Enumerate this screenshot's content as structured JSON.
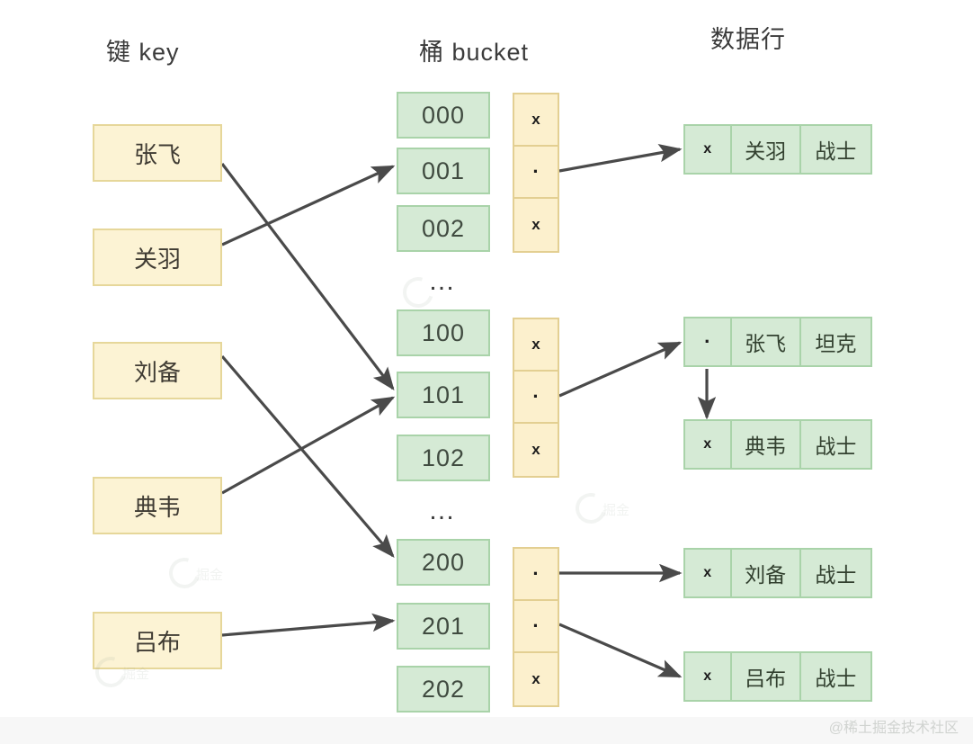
{
  "headers": {
    "keys": "键 key",
    "buckets": "桶 bucket",
    "rows": "数据行"
  },
  "keys": [
    {
      "label": "张飞"
    },
    {
      "label": "关羽"
    },
    {
      "label": "刘备"
    },
    {
      "label": "典韦"
    },
    {
      "label": "吕布"
    }
  ],
  "bucket_groups": [
    {
      "buckets": [
        "000",
        "001",
        "002"
      ],
      "pointers": [
        "x",
        "·",
        "x"
      ]
    },
    {
      "buckets": [
        "100",
        "101",
        "102"
      ],
      "pointers": [
        "x",
        "·",
        "x"
      ]
    },
    {
      "buckets": [
        "200",
        "201",
        "202"
      ],
      "pointers": [
        "·",
        "·",
        "x"
      ]
    }
  ],
  "separators": [
    "…",
    "…"
  ],
  "data_rows": [
    {
      "pointer": "x",
      "name": "关羽",
      "role": "战士"
    },
    {
      "pointer": "·",
      "name": "张飞",
      "role": "坦克"
    },
    {
      "pointer": "x",
      "name": "典韦",
      "role": "战士"
    },
    {
      "pointer": "x",
      "name": "刘备",
      "role": "战士"
    },
    {
      "pointer": "x",
      "name": "吕布",
      "role": "战士"
    }
  ],
  "watermark": {
    "bottom": "@稀土掘金技术社区",
    "tile": "掘金"
  },
  "colors": {
    "key_fill": "#fcf3d4",
    "key_border": "#e6d79a",
    "bucket_fill": "#d5ead5",
    "bucket_border": "#a9d3a9",
    "pointer_fill": "#fcf0cd",
    "pointer_border": "#e3cf92",
    "arrow": "#4a4a4a",
    "text": "#3b3b3b"
  }
}
